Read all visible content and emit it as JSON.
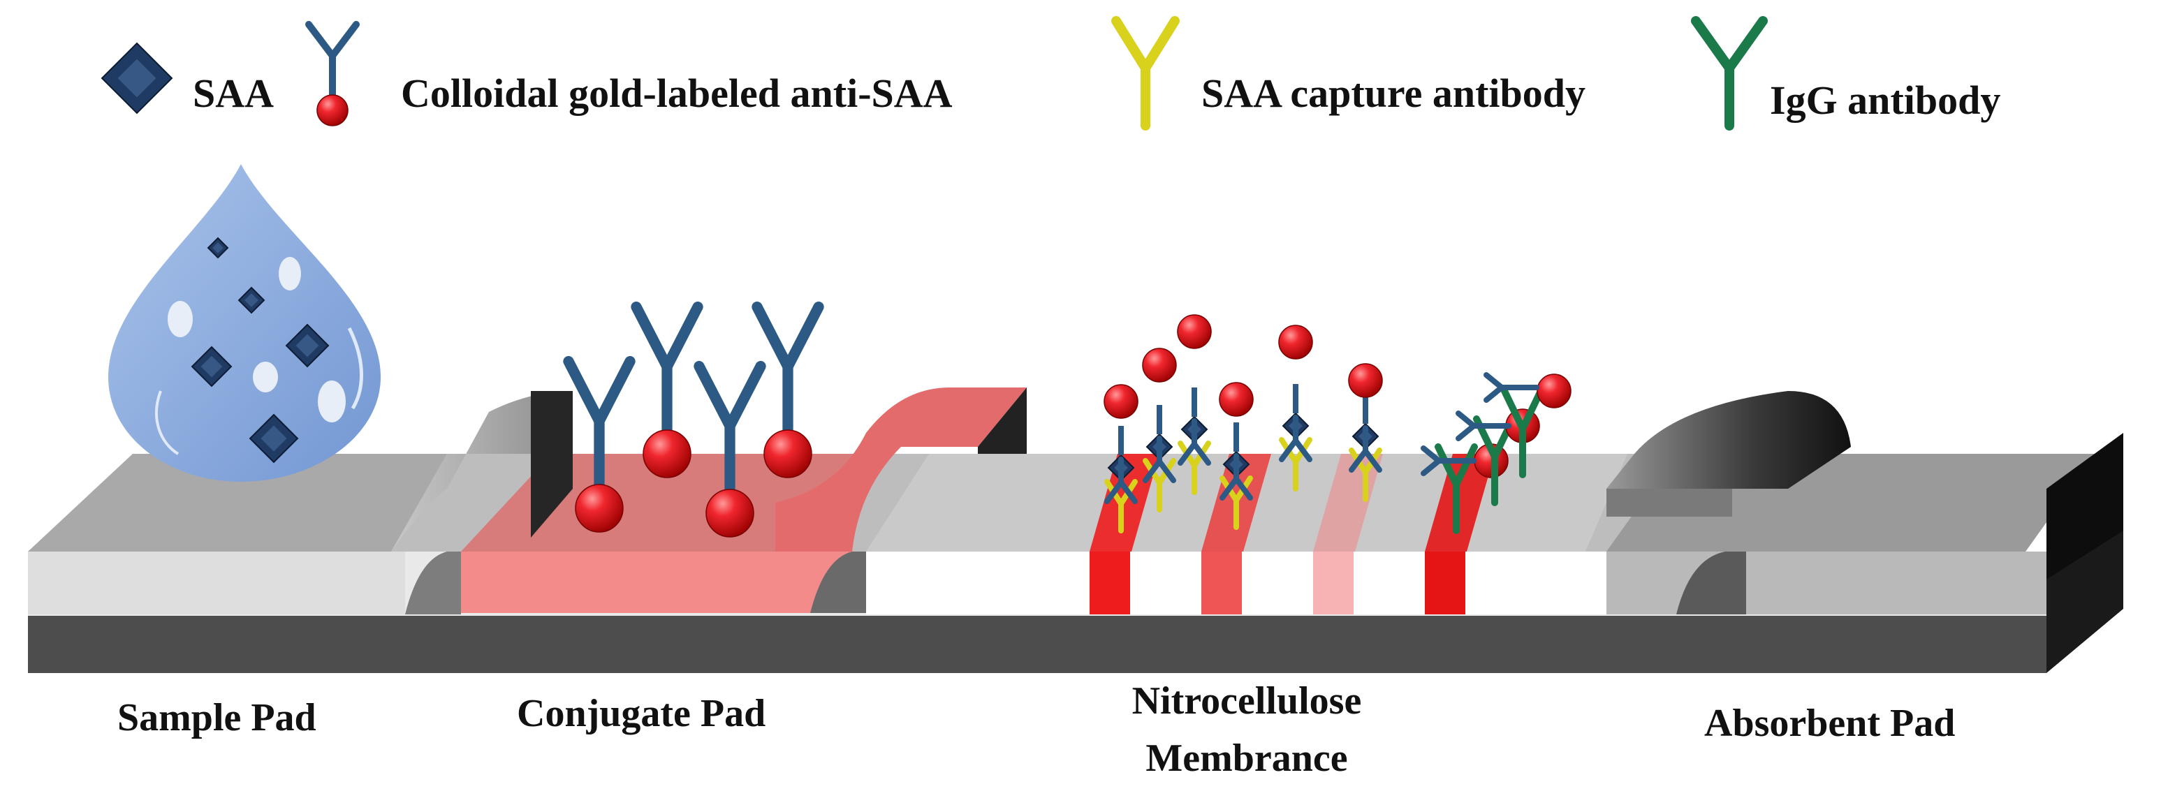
{
  "legend": {
    "saa": "SAA",
    "gold_anti_saa": "Colloidal gold-labeled anti-SAA",
    "capture_ab": "SAA capture antibody",
    "igg_ab": "IgG antibody"
  },
  "parts": {
    "sample_pad": "Sample Pad",
    "conjugate_pad": "Conjugate Pad",
    "membrane_line1": "Nitrocellulose",
    "membrane_line2": "Membrance",
    "absorbent_pad": "Absorbent Pad"
  },
  "colors": {
    "saa": "#1f3a63",
    "gold": "#e0141c",
    "anti_saa": "#2c5a85",
    "capture": "#d8d21c",
    "igg": "#1b7a4a",
    "line_red": "#ee1c1c",
    "conjugate_pink": "#f48b8b",
    "drop_blue": "#8fb0df"
  }
}
